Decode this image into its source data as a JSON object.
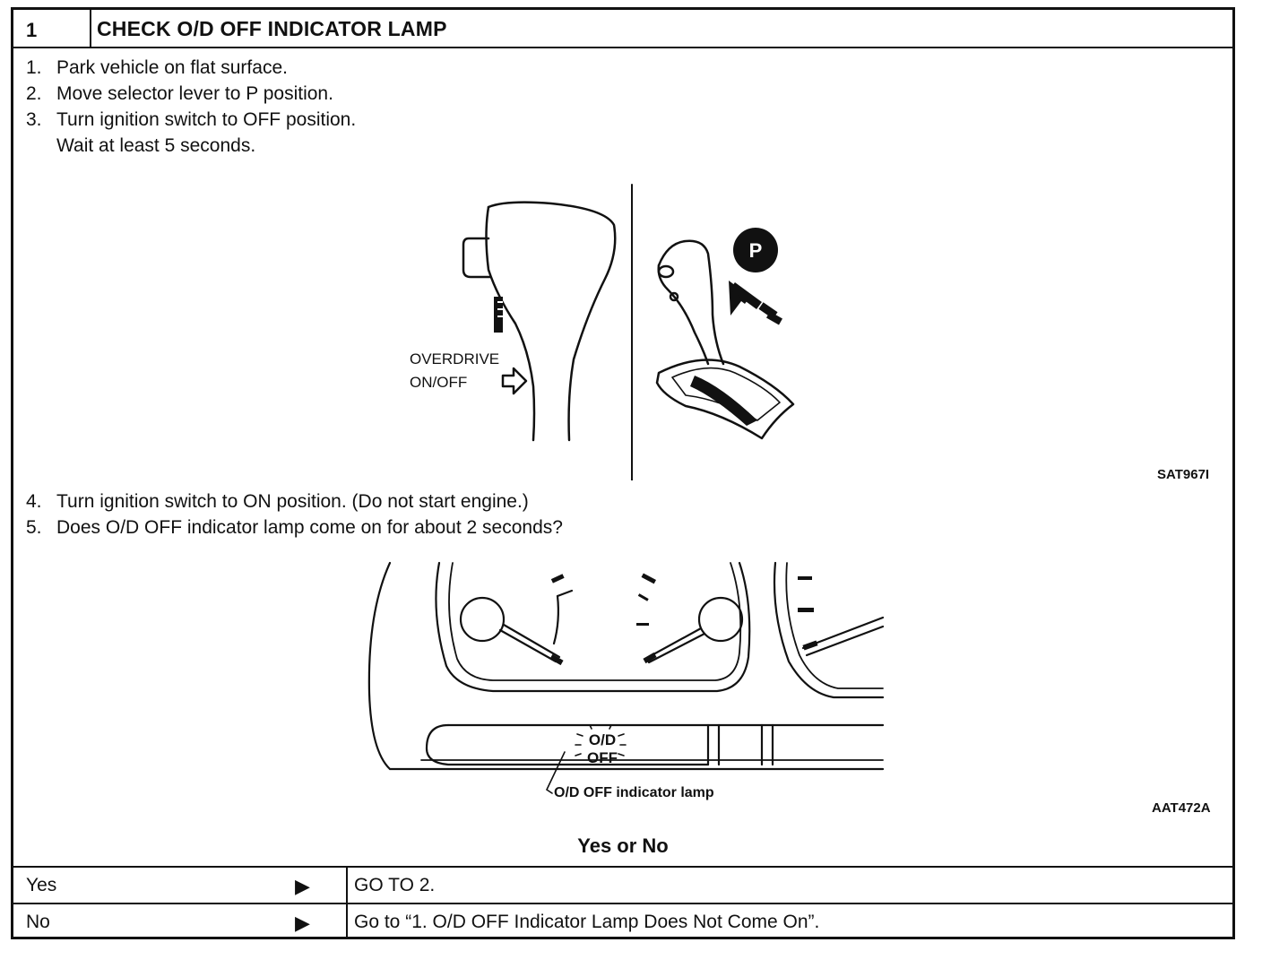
{
  "header": {
    "step_number": "1",
    "title": "CHECK O/D OFF INDICATOR LAMP"
  },
  "steps_a": [
    {
      "num": "1.",
      "text": "Park vehicle on flat surface."
    },
    {
      "num": "2.",
      "text": "Move selector lever to P position."
    },
    {
      "num": "3.",
      "text": "Turn ignition switch to OFF position.\nWait at least 5 seconds."
    }
  ],
  "figure1": {
    "label_line1": "OVERDRIVE",
    "label_line2": "ON/OFF",
    "badge": "P",
    "code": "SAT967I"
  },
  "steps_b": [
    {
      "num": "4.",
      "text": "Turn ignition switch to ON position. (Do not start engine.)"
    },
    {
      "num": "5.",
      "text": "Does O/D OFF indicator lamp come on for about 2 seconds?"
    }
  ],
  "figure2": {
    "lamp_line1": "O/D",
    "lamp_line2": "OFF",
    "callout": "O/D OFF indicator lamp",
    "code": "AAT472A"
  },
  "question_heading": "Yes or No",
  "results": [
    {
      "condition": "Yes",
      "arrow": "▶",
      "action": "GO TO 2."
    },
    {
      "condition": "No",
      "arrow": "▶",
      "action": "Go to “1. O/D OFF Indicator Lamp Does Not Come On”."
    }
  ]
}
